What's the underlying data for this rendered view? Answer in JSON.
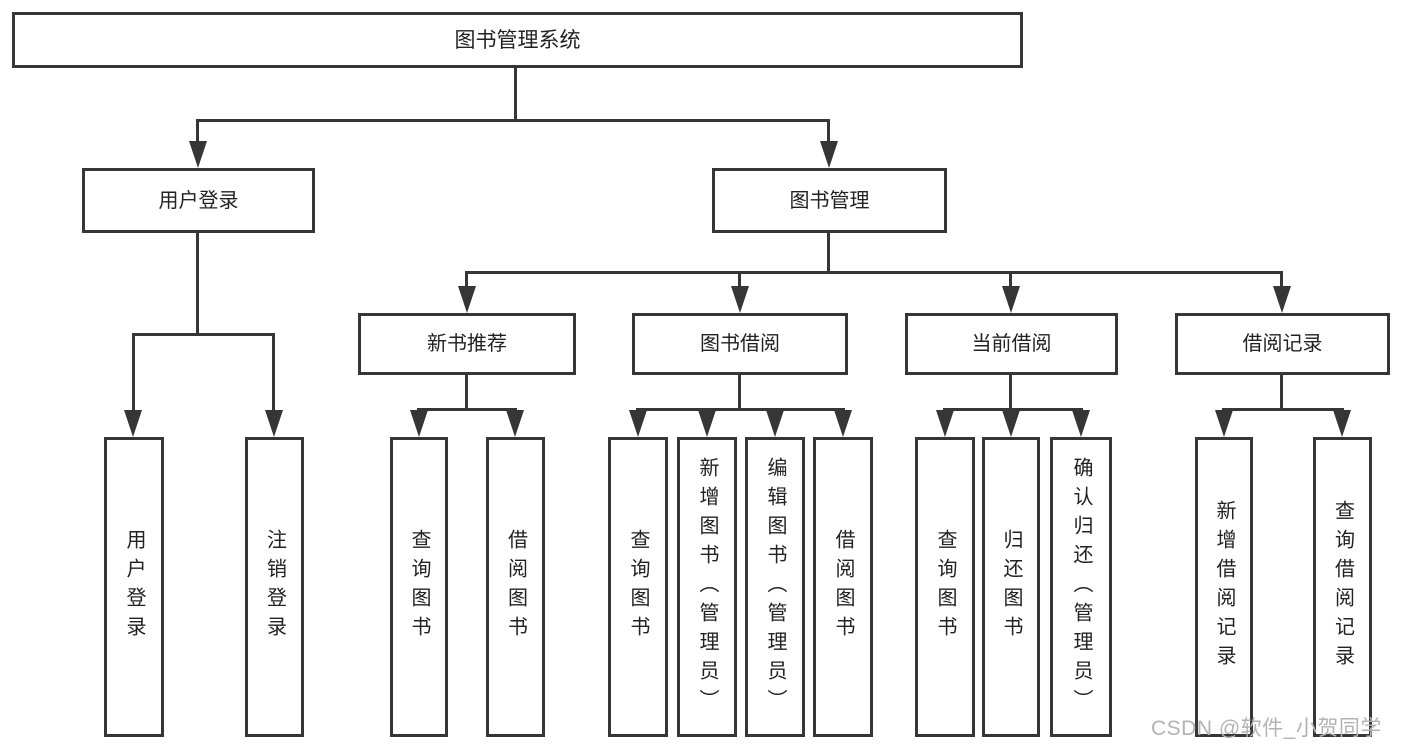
{
  "diagram": {
    "root": {
      "label": "图书管理系统"
    },
    "login": {
      "label": "用户登录",
      "children": [
        {
          "label": "用户登录"
        },
        {
          "label": "注销登录"
        }
      ]
    },
    "management": {
      "label": "图书管理",
      "sections": [
        {
          "label": "新书推荐",
          "children": [
            {
              "label": "查询图书"
            },
            {
              "label": "借阅图书"
            }
          ]
        },
        {
          "label": "图书借阅",
          "children": [
            {
              "label": "查询图书"
            },
            {
              "label": "新增图书（管理员）"
            },
            {
              "label": "编辑图书（管理员）"
            },
            {
              "label": "借阅图书"
            }
          ]
        },
        {
          "label": "当前借阅",
          "children": [
            {
              "label": "查询图书"
            },
            {
              "label": "归还图书"
            },
            {
              "label": "确认归还（管理员）"
            }
          ]
        },
        {
          "label": "借阅记录",
          "children": [
            {
              "label": "新增借阅记录"
            },
            {
              "label": "查询借阅记录"
            }
          ]
        }
      ]
    }
  },
  "watermark": {
    "text": "CSDN @软件_小贺同学"
  },
  "colors": {
    "line": "#363636",
    "text": "#222222",
    "watermark": "#b3b3b3",
    "background": "#ffffff"
  }
}
